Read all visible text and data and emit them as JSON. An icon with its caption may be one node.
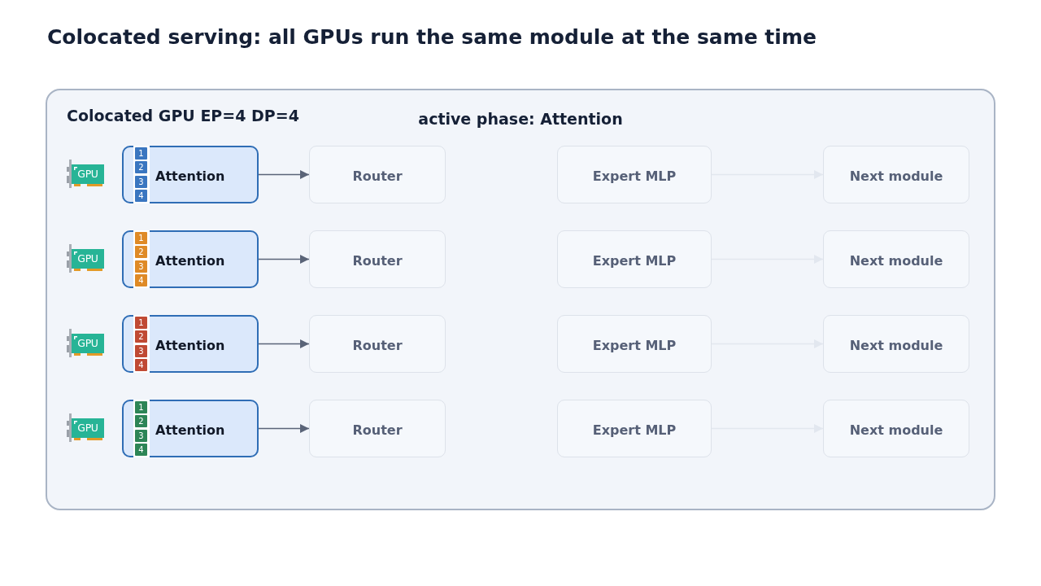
{
  "diagram": {
    "title": "Colocated serving: all GPUs run the same module at the same time",
    "nodes": [
      {
        "text": [
          "Colocated GPU EP=4 DP=4",
          "active phase: Attention"
        ]
      },
      {
        "text": [
          "GPU"
        ],
        "in": 0
      },
      {
        "text": [
          "Attention"
        ],
        "in": 0
      },
      {
        "text": [
          "1"
        ],
        "in": 2
      },
      {
        "text": [
          "2"
        ],
        "in": 2
      },
      {
        "text": [
          "3"
        ],
        "in": 2
      },
      {
        "text": [
          "4"
        ],
        "in": 2
      },
      {
        "text": [
          "Router"
        ],
        "in": 0
      },
      {
        "text": [
          "Expert MLP"
        ],
        "in": 0
      },
      {
        "text": [
          "Next module"
        ],
        "in": 0
      },
      {
        "text": [
          "GPU"
        ],
        "in": 0
      },
      {
        "text": [
          "Attention"
        ],
        "in": 0
      },
      {
        "text": [
          "1"
        ],
        "in": 11
      },
      {
        "text": [
          "2"
        ],
        "in": 11
      },
      {
        "text": [
          "3"
        ],
        "in": 11
      },
      {
        "text": [
          "4"
        ],
        "in": 11
      },
      {
        "text": [
          "Router"
        ],
        "in": 0
      },
      {
        "text": [
          "Expert MLP"
        ],
        "in": 0
      },
      {
        "text": [
          "Next module"
        ],
        "in": 0
      },
      {
        "text": [
          "GPU"
        ],
        "in": 0
      },
      {
        "text": [
          "Attention"
        ],
        "in": 0
      },
      {
        "text": [
          "1"
        ],
        "in": 20
      },
      {
        "text": [
          "2"
        ],
        "in": 20
      },
      {
        "text": [
          "3"
        ],
        "in": 20
      },
      {
        "text": [
          "4"
        ],
        "in": 20
      },
      {
        "text": [
          "Router"
        ],
        "in": 0
      },
      {
        "text": [
          "Expert MLP"
        ],
        "in": 0
      },
      {
        "text": [
          "Next module"
        ],
        "in": 0
      },
      {
        "text": [
          "GPU"
        ],
        "in": 0
      },
      {
        "text": [
          "Attention"
        ],
        "in": 0
      },
      {
        "text": [
          "1"
        ],
        "in": 29
      },
      {
        "text": [
          "2"
        ],
        "in": 29
      },
      {
        "text": [
          "3"
        ],
        "in": 29
      },
      {
        "text": [
          "4"
        ],
        "in": 29
      },
      {
        "text": [
          "Router"
        ],
        "in": 0
      },
      {
        "text": [
          "Expert MLP"
        ],
        "in": 0
      },
      {
        "text": [
          "Next module"
        ],
        "in": 0
      }
    ],
    "edges": [
      {
        "from": 2,
        "to": 7,
        "arrow": "to"
      },
      {
        "from": 8,
        "to": 9,
        "arrow": "to",
        "color": "#e2e7ef"
      },
      {
        "from": 11,
        "to": 16,
        "arrow": "to"
      },
      {
        "from": 17,
        "to": 18,
        "arrow": "to",
        "color": "#e2e7ef"
      },
      {
        "from": 20,
        "to": 25,
        "arrow": "to"
      },
      {
        "from": 26,
        "to": 27,
        "arrow": "to",
        "color": "#e2e7ef"
      },
      {
        "from": 29,
        "to": 34,
        "arrow": "to"
      },
      {
        "from": 35,
        "to": 36,
        "arrow": "to",
        "color": "#e2e7ef"
      }
    ]
  }
}
